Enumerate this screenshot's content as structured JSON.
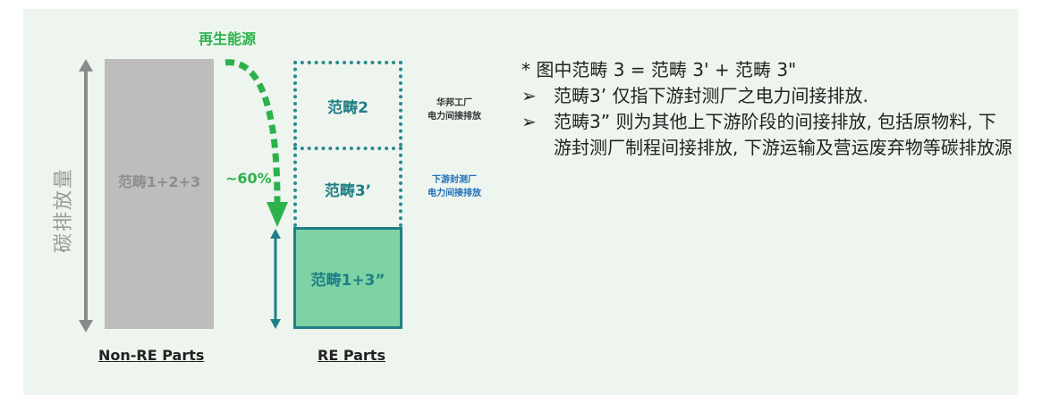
{
  "y_axis_label": "碳排放量",
  "renewable_label": "再生能源",
  "percent_label": "~60%",
  "non_re": {
    "bar_label": "范畴1+2+3",
    "x_label": "Non-RE Parts"
  },
  "re": {
    "scope2_label": "范畴2",
    "scope3p_label": "范畴3’",
    "scope13_label": "范畴1+3”",
    "x_label": "RE Parts",
    "side_scope2": [
      "华邦工厂",
      "电力间接排放"
    ],
    "side_scope3": [
      "下游封测厂",
      "电力间接排放"
    ]
  },
  "notes": {
    "line1": "* 图中范畴 3 = 范畴 3' + 范畴 3\"",
    "bullets": [
      {
        "marker": "➢",
        "text": "范畴3’ 仅指下游封测厂之电力间接排放."
      },
      {
        "marker": "➢",
        "text": "范畴3” 则为其他上下游阶段的间接排放, 包括原物料, 下游封测厂制程间接排放, 下游运输及营运废弃物等碳排放源"
      }
    ]
  },
  "colors": {
    "panel_bg": "#eef5ee",
    "gray_bar": "#bdbdbd",
    "green_fill": "#7dd3a3",
    "teal": "#1f7f86",
    "renewable_green": "#2bb24c",
    "side_blue": "#1e6fb8"
  }
}
